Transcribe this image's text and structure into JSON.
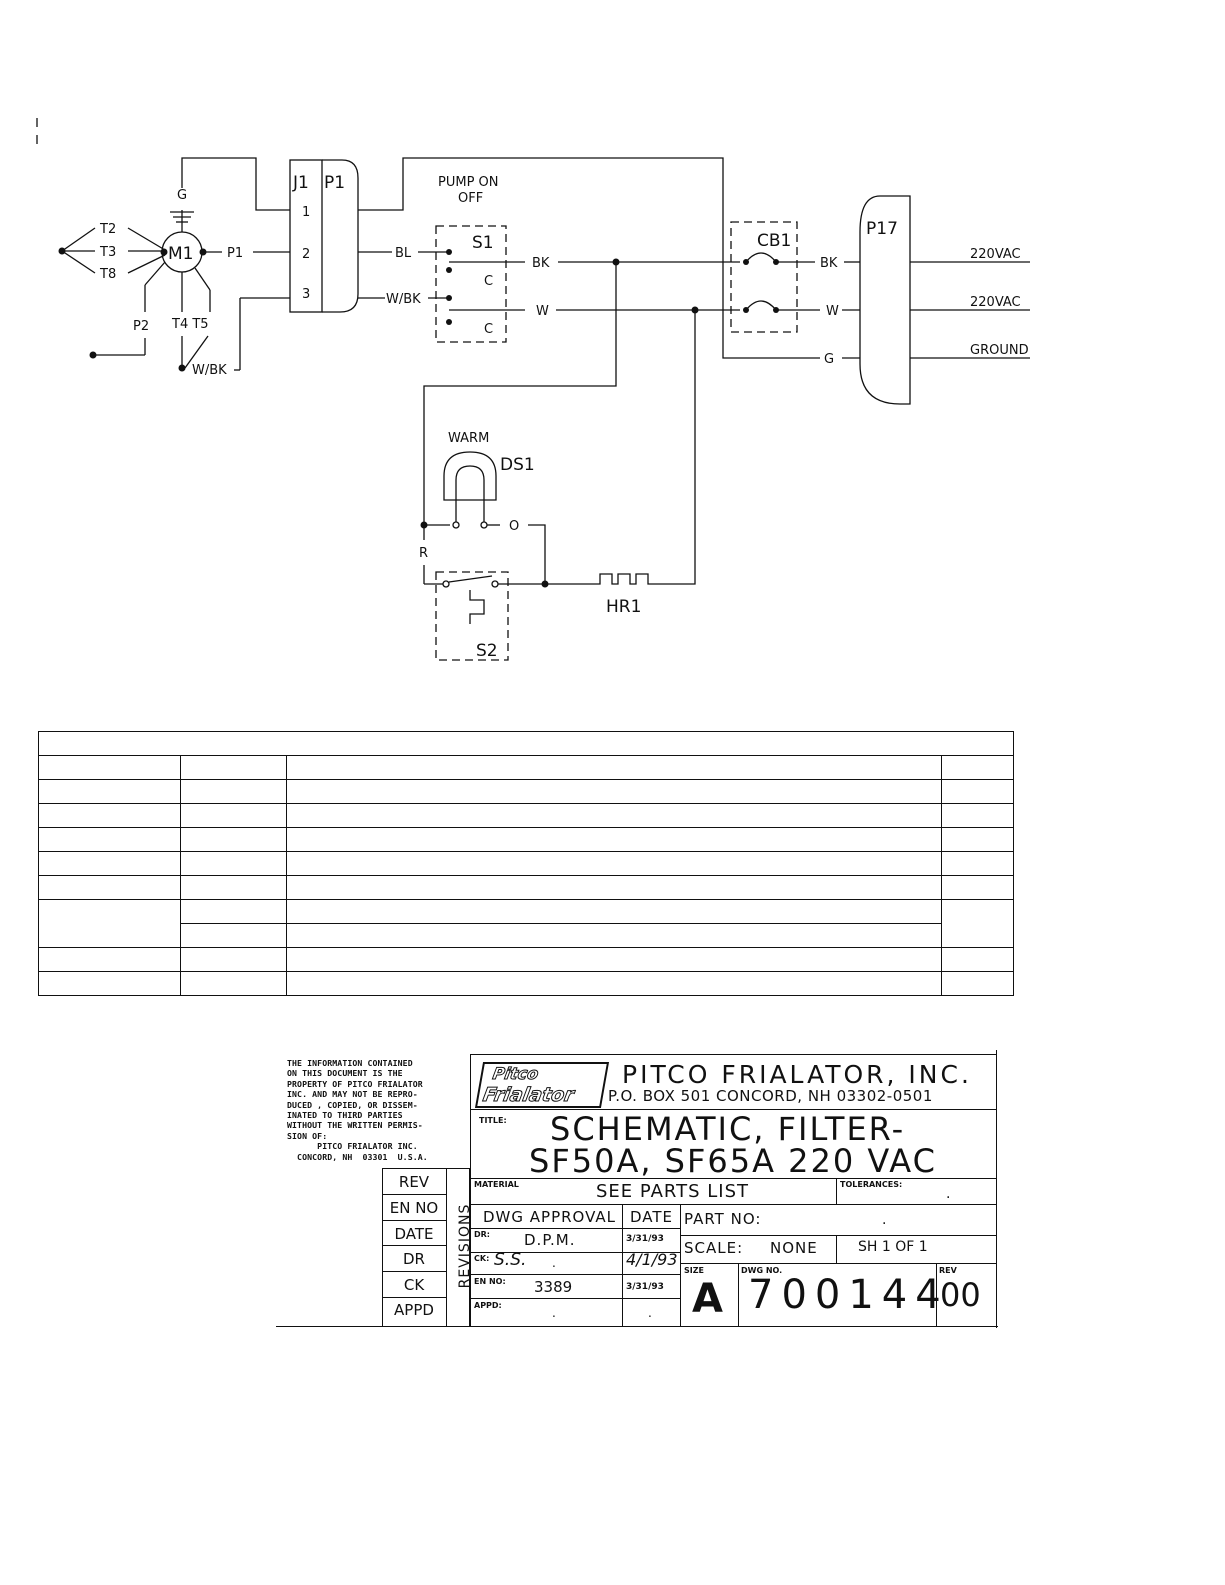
{
  "schematic": {
    "labels": {
      "g_top": "G",
      "t2": "T2",
      "t3": "T3",
      "t8": "T8",
      "m1": "M1",
      "p1_motor": "P1",
      "p2": "P2",
      "t4t5": "T4 T5",
      "w_bk_motor": "W/BK",
      "j1": "J1",
      "p1": "P1",
      "pin1": "1",
      "pin2": "2",
      "pin3": "3",
      "bl": "BL",
      "w_bk_switch": "W/BK",
      "pump_on": "PUMP  ON",
      "off": "OFF",
      "s1": "S1",
      "c1": "C",
      "c2": "C",
      "bk1": "BK",
      "w1": "W",
      "cb1": "CB1",
      "bk2": "BK",
      "w2": "W",
      "g2": "G",
      "p17": "P17",
      "v220_1": "220VAC",
      "v220_2": "220VAC",
      "ground": "GROUND",
      "warm": "WARM",
      "ds1": "DS1",
      "o": "O",
      "r": "R",
      "hr1": "HR1",
      "s2": "S2"
    }
  },
  "title_block": {
    "notice_lines": [
      "THE INFORMATION CONTAINED",
      "ON THIS DOCUMENT IS THE",
      "PROPERTY OF PITCO FRIALATOR",
      "INC. AND MAY NOT BE REPRO-",
      "DUCED , COPIED, OR DISSEM-",
      "INATED TO THIRD PARTIES",
      "WITHOUT THE WRITTEN PERMIS-",
      "SION OF:",
      "      PITCO FRIALATOR INC.",
      "  CONCORD, NH  03301  U.S.A."
    ],
    "logo_line1": "Pitco",
    "logo_line2": "Frialator",
    "company": "PITCO FRIALATOR, INC.",
    "address": "P.O. BOX 501   CONCORD, NH  03302-0501",
    "title_label": "TITLE:",
    "title_line1": "SCHEMATIC, FILTER-",
    "title_line2": "SF50A, SF65A 220 VAC",
    "material_label": "MATERIAL",
    "material_value": "SEE PARTS LIST",
    "tolerances_label": "TOLERANCES:",
    "tolerances_value": ".",
    "revisions_label": "REVISIONS",
    "rev_rows": [
      "REV",
      "EN NO",
      "DATE",
      "DR",
      "CK",
      "APPD"
    ],
    "dwg_approval": "DWG APPROVAL",
    "date_header": "DATE",
    "part_no_label": "PART NO:",
    "part_no_value": ".",
    "dr_label": "DR:",
    "dr_value": "D.P.M.",
    "dr_date": "3/31/93",
    "scale_label": "SCALE:",
    "scale_value": "NONE",
    "sheet": "SH  1  OF  1",
    "ck_label": "CK:",
    "ck_value": "S.S.",
    "ck_value_dot": ".",
    "ck_date": "4/1/93",
    "en_label": "EN NO:",
    "en_value": "3389",
    "en_date": "3/31/93",
    "appd_label": "APPD:",
    "appd_value": ".",
    "appd_date": ".",
    "size_label": "SIZE",
    "size_value": "A",
    "dwg_no_label": "DWG NO.",
    "dwg_no_value": "700144",
    "rev_label": "REV",
    "rev_value": "00"
  }
}
